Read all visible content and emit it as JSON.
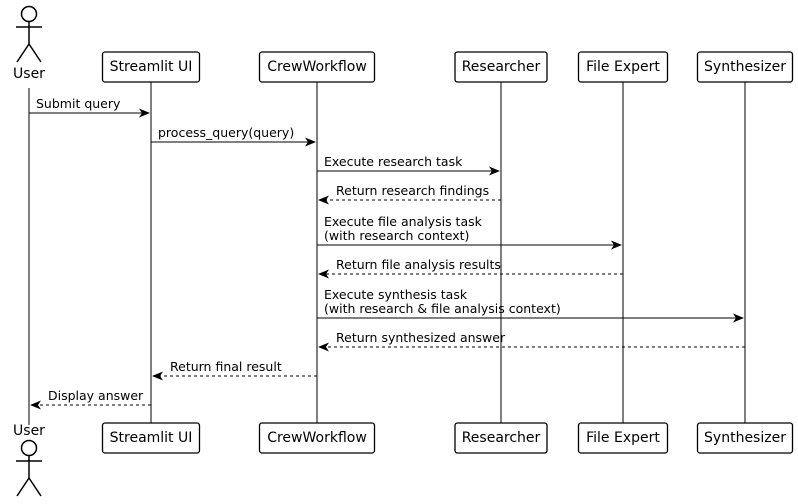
{
  "participants": [
    {
      "id": "user",
      "label": "User",
      "kind": "actor"
    },
    {
      "id": "ui",
      "label": "Streamlit UI",
      "kind": "box"
    },
    {
      "id": "crew",
      "label": "CrewWorkflow",
      "kind": "box"
    },
    {
      "id": "researcher",
      "label": "Researcher",
      "kind": "box"
    },
    {
      "id": "fileexpert",
      "label": "File Expert",
      "kind": "box"
    },
    {
      "id": "synth",
      "label": "Synthesizer",
      "kind": "box"
    }
  ],
  "messages": [
    {
      "from": "user",
      "to": "ui",
      "style": "solid",
      "lines": [
        "Submit query"
      ]
    },
    {
      "from": "ui",
      "to": "crew",
      "style": "solid",
      "lines": [
        "process_query(query)"
      ]
    },
    {
      "from": "crew",
      "to": "researcher",
      "style": "solid",
      "lines": [
        "Execute research task"
      ]
    },
    {
      "from": "researcher",
      "to": "crew",
      "style": "dashed",
      "lines": [
        "Return research findings"
      ]
    },
    {
      "from": "crew",
      "to": "fileexpert",
      "style": "solid",
      "lines": [
        "Execute file analysis task",
        "(with research context)"
      ]
    },
    {
      "from": "fileexpert",
      "to": "crew",
      "style": "dashed",
      "lines": [
        "Return file analysis results"
      ]
    },
    {
      "from": "crew",
      "to": "synth",
      "style": "solid",
      "lines": [
        "Execute synthesis task",
        "(with research & file analysis context)"
      ]
    },
    {
      "from": "synth",
      "to": "crew",
      "style": "dashed",
      "lines": [
        "Return synthesized answer"
      ]
    },
    {
      "from": "crew",
      "to": "ui",
      "style": "dashed",
      "lines": [
        "Return final result"
      ]
    },
    {
      "from": "ui",
      "to": "user",
      "style": "dashed",
      "lines": [
        "Display answer"
      ]
    }
  ]
}
